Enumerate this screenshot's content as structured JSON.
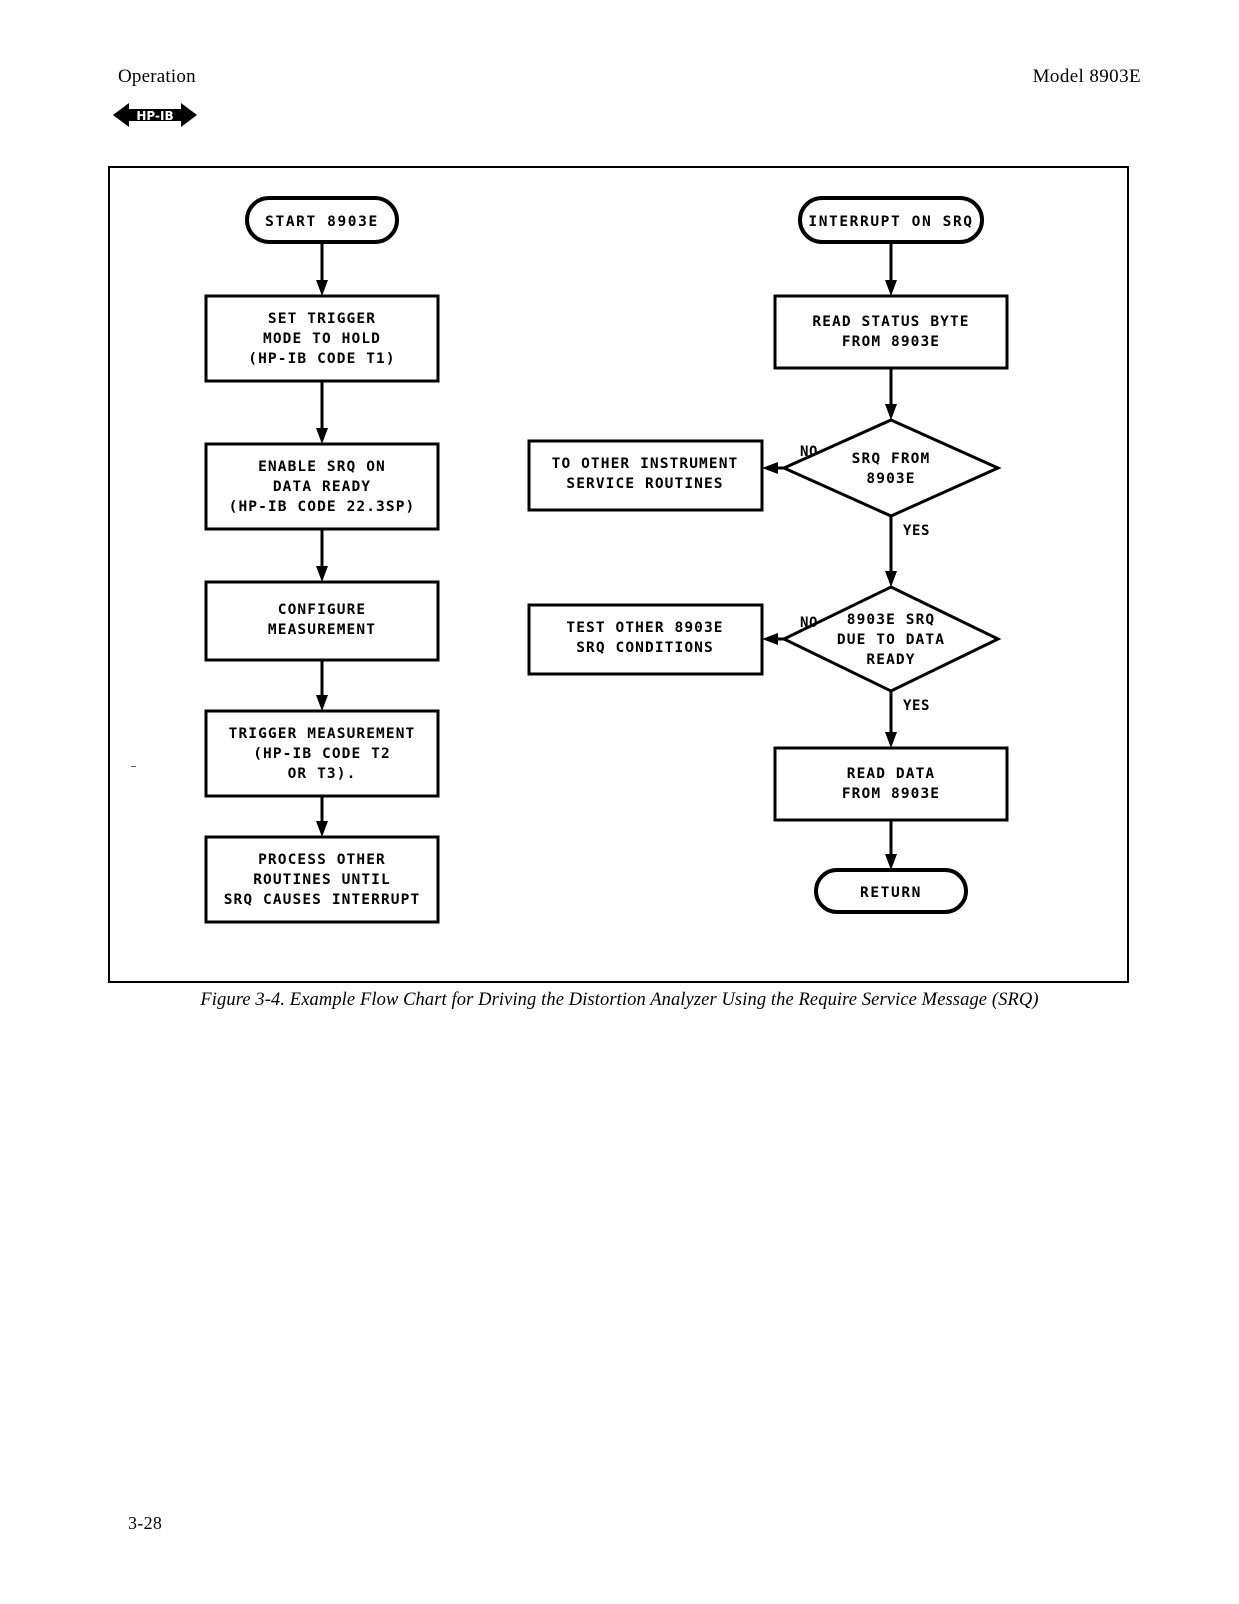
{
  "header": {
    "left_title": "Operation",
    "right_title": "Model 8903E",
    "badge_label": "HP-IB"
  },
  "figure": {
    "caption": "Figure 3-4. Example Flow Chart for Driving the Distortion Analyzer Using the Require Service Message (SRQ)",
    "left_column": {
      "start_terminal": "START 8903E",
      "steps": [
        {
          "lines": [
            "SET TRIGGER",
            "MODE TO HOLD",
            "(HP-IB CODE T1)"
          ]
        },
        {
          "lines": [
            "ENABLE SRQ ON",
            "DATA READY",
            "(HP-IB CODE 22.3SP)"
          ]
        },
        {
          "lines": [
            "CONFIGURE",
            "MEASUREMENT"
          ]
        },
        {
          "lines": [
            "TRIGGER MEASUREMENT",
            "(HP-IB CODE T2",
            "OR T3)."
          ]
        },
        {
          "lines": [
            "PROCESS OTHER",
            "ROUTINES UNTIL",
            "SRQ CAUSES INTERRUPT"
          ]
        }
      ]
    },
    "right_column": {
      "start_terminal": "INTERRUPT ON SRQ",
      "read_status": {
        "lines": [
          "READ STATUS BYTE",
          "FROM 8903E"
        ]
      },
      "decision_1": {
        "lines": [
          "SRQ FROM",
          "8903E"
        ],
        "no_label": "NO",
        "yes_label": "YES",
        "no_target": {
          "lines": [
            "TO OTHER INSTRUMENT",
            "SERVICE ROUTINES"
          ]
        }
      },
      "decision_2": {
        "lines": [
          "8903E SRQ",
          "DUE TO DATA",
          "READY"
        ],
        "no_label": "NO",
        "yes_label": "YES",
        "no_target": {
          "lines": [
            "TEST OTHER 8903E",
            "SRQ CONDITIONS"
          ]
        }
      },
      "read_data": {
        "lines": [
          "READ DATA",
          "FROM 8903E"
        ]
      },
      "return_terminal": "RETURN"
    }
  },
  "footer": {
    "page_number": "3-28"
  }
}
